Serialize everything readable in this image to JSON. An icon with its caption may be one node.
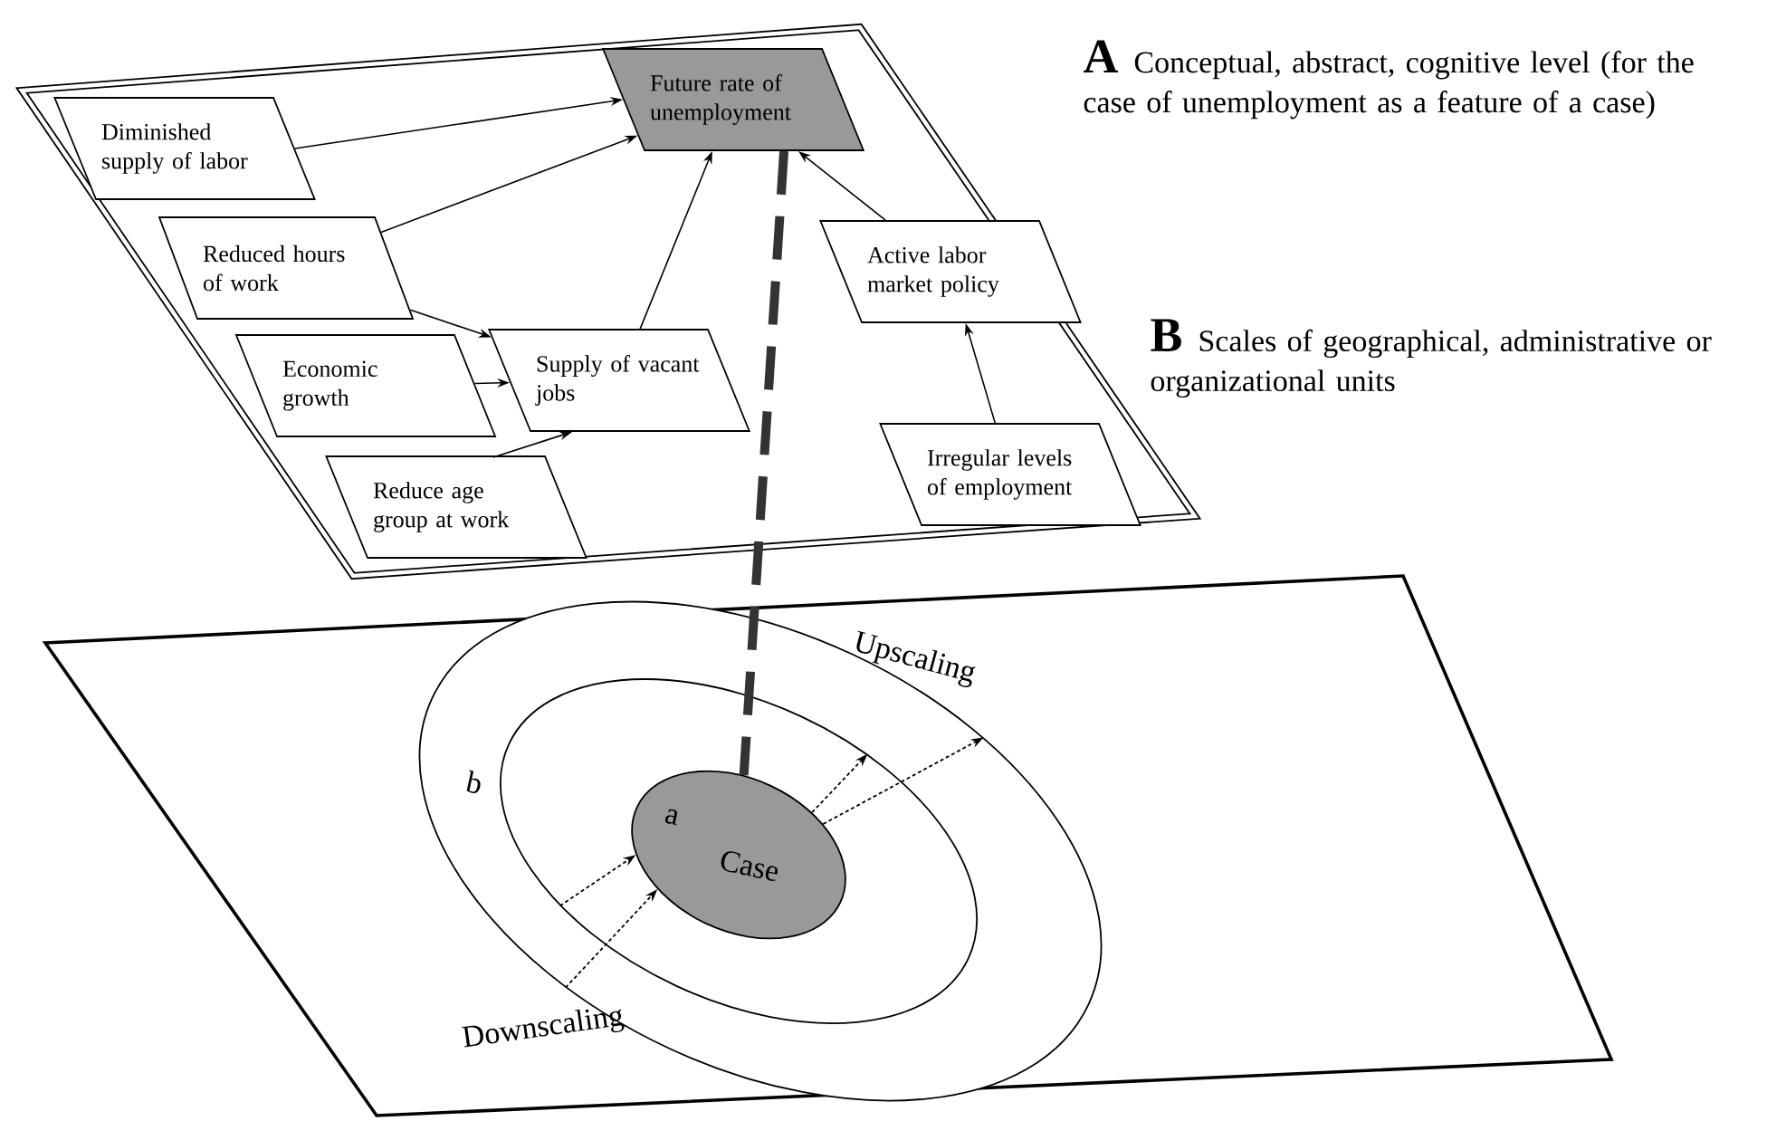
{
  "diagram": {
    "nodes": [
      {
        "text": [],
        "shape": "box",
        "beside": [
          "A",
          "Conceptual, abstract, cognitive level (for the case of unemployment as a feature of a case)"
        ]
      },
      {
        "text": [
          "Diminished supply of labor"
        ],
        "in": 0
      },
      {
        "text": [
          "Future rate of unemployment"
        ],
        "in": 0
      },
      {
        "text": [
          "Reduced hours of work"
        ],
        "in": 0
      },
      {
        "text": [
          "Active labor market policy"
        ],
        "in": 0
      },
      {
        "text": [
          "Supply of vacant jobs"
        ],
        "in": 0
      },
      {
        "text": [
          "Economic growth"
        ],
        "in": 0
      },
      {
        "text": [
          "Irregular levels of employment"
        ],
        "in": 0
      },
      {
        "text": [
          "Reduce age group at work"
        ],
        "in": 0
      },
      {
        "text": [],
        "shape": "box",
        "beside": [
          "B",
          "Scales of geographical, administrative or organizational units"
        ]
      },
      {
        "text": [
          "b"
        ],
        "in": 9
      },
      {
        "text": [],
        "shape": "circle",
        "in": 10
      },
      {
        "text": [
          "a",
          "Case"
        ],
        "in": 11
      }
    ],
    "edges": [
      {
        "from": 1,
        "to": 2,
        "arrow": "to"
      },
      {
        "from": 3,
        "to": 2,
        "arrow": "to"
      },
      {
        "from": 3,
        "to": 5,
        "arrow": "to"
      },
      {
        "from": 5,
        "to": 2,
        "arrow": "to"
      },
      {
        "from": 6,
        "to": 5,
        "arrow": "to"
      },
      {
        "from": 8,
        "to": 5,
        "arrow": "to"
      },
      {
        "from": 4,
        "to": 2,
        "arrow": "to"
      },
      {
        "from": 7,
        "to": 4,
        "arrow": "to"
      },
      {
        "from": 2,
        "to": 12,
        "arrow": "none",
        "style": "dashed",
        "color": "#333333"
      },
      {
        "from": 12,
        "to": 11,
        "arrow": "to",
        "style": "dashed"
      },
      {
        "from": 12,
        "to": 10,
        "arrow": "to",
        "style": "dashed"
      },
      {
        "from": 11,
        "to": 12,
        "arrow": "to",
        "style": "dashed"
      },
      {
        "from": 10,
        "to": 12,
        "arrow": "to",
        "style": "dashed"
      }
    ],
    "labels": [
      "Upscaling",
      "Downscaling"
    ]
  }
}
